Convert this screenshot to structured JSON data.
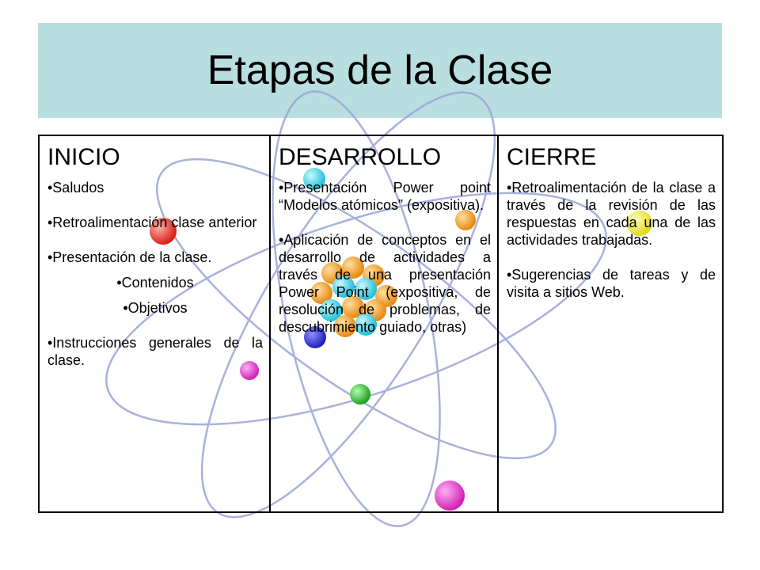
{
  "slide": {
    "title": "Etapas de la Clase"
  },
  "columns": [
    {
      "header": "INICIO",
      "items": [
        "•Saludos",
        "•Retroalimentación clase anterior",
        "•Presentación de la clase.",
        "•Contenidos",
        "•Objetivos",
        "•Instrucciones generales de la clase."
      ]
    },
    {
      "header": "DESARROLLO",
      "items": [
        "•Presentación Power point “Modelos atómicos” (expositiva).",
        "•Aplicación de conceptos en el desarrollo de actividades a través de una presentación Power Point (expositiva, de resolución de problemas, de descubrimiento guiado, otras)"
      ]
    },
    {
      "header": "CIERRE",
      "items": [
        "•Retroalimentación de la clase a través de la revisión de las respuestas en cada una de las actividades trabajadas.",
        "•Sugerencias de tareas y de visita a sitios Web."
      ]
    }
  ],
  "colors": {
    "title_bar": "#b9dedf",
    "orbit": "#9aa4d8",
    "electron_red": "#e8302a",
    "electron_cyan": "#4fd8e8",
    "electron_blue": "#3a3ad8",
    "electron_magenta": "#e030c8",
    "electron_yellow": "#f0f030",
    "electron_green": "#30c030",
    "nucleus_orange": "#f5a020",
    "nucleus_cyan": "#50d8e8"
  },
  "decoration": {
    "image": "atom-model"
  }
}
